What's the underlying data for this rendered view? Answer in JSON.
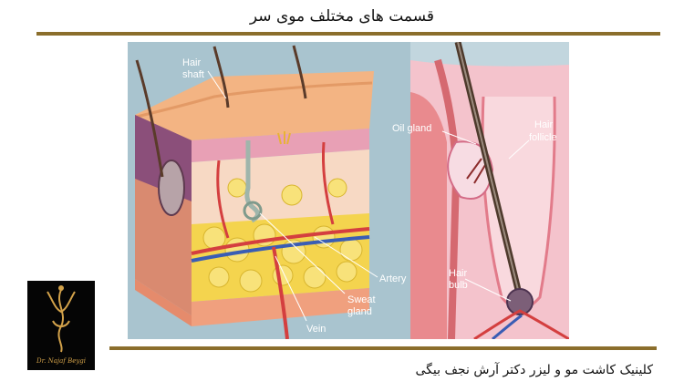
{
  "header": {
    "title": "قسمت های مختلف موی سر"
  },
  "diagram": {
    "labels": {
      "hair_shaft_1": "Hair",
      "hair_shaft_2": "shaft",
      "oil_gland": "Oil gland",
      "hair_follicle_1": "Hair",
      "hair_follicle_2": "follicle",
      "artery": "Artery",
      "sweat_gland_1": "Sweat",
      "sweat_gland_2": "gland",
      "vein": "Vein",
      "hair_bulb_1": "Hair",
      "hair_bulb_2": "bulb"
    }
  },
  "logo": {
    "text": "Dr. Najaf Beygi"
  },
  "footer": {
    "text": "کلینیک کاشت مو و لیزر دکتر آرش نجف بیگی"
  },
  "colors": {
    "accent_rule": "#8b6e2c",
    "logo_gold": "#d3a24a"
  }
}
